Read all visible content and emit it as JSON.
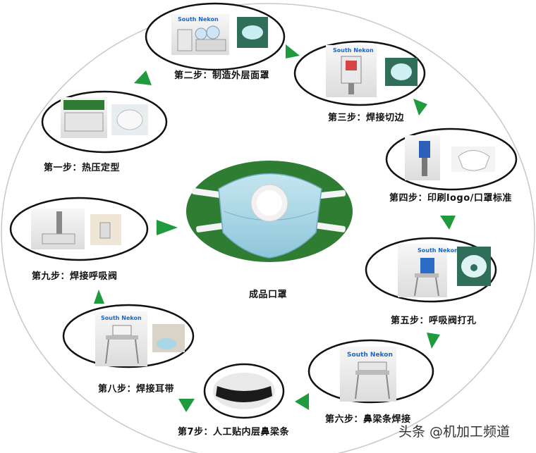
{
  "steps": {
    "step1": "第一步：热压定型",
    "step2": "第二步：制造外层面罩",
    "step3": "第三步：焊接切边",
    "step4": "第四步：印刷logo/口罩标准",
    "step5": "第五步：呼吸阀打孔",
    "step6": "第六步：鼻梁条焊接",
    "step7": "第7步：人工贴内层鼻梁条",
    "step8": "第八步：焊接耳带",
    "step9": "第九步：焊接呼吸阀"
  },
  "center": {
    "label": "成品口罩"
  },
  "brand": {
    "text": "South Nekon"
  },
  "watermark": {
    "text": "头条 @机加工频道"
  },
  "colors": {
    "arrow": "#1f9a3c",
    "green_bg": "#2e7d32",
    "mask_blue": "#a9d7e6",
    "brand_blue": "#1a66c2"
  }
}
